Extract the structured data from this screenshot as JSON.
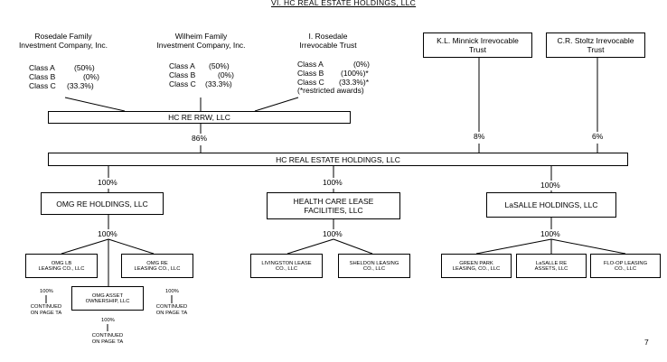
{
  "title": "VI.  HC REAL ESTATE HOLDINGS, LLC",
  "owners": {
    "rosedale_family": {
      "name_1": "Rosedale Family",
      "name_2": "Investment Company, Inc.",
      "classes": [
        {
          "label": "Class A",
          "value": "(50%)"
        },
        {
          "label": "Class B",
          "value": "(0%)"
        },
        {
          "label": "Class C",
          "value": "(33.3%)"
        }
      ]
    },
    "wilheim_family": {
      "name_1": "Wilheim Family",
      "name_2": "Investment Company, Inc.",
      "classes": [
        {
          "label": "Class A",
          "value": "(50%)"
        },
        {
          "label": "Class B",
          "value": "(0%)"
        },
        {
          "label": "Class C",
          "value": "(33.3%)"
        }
      ]
    },
    "rosedale_trust": {
      "name_1": "I. Rosedale",
      "name_2": "Irrevocable Trust",
      "classes": [
        {
          "label": "Class A",
          "value": "(0%)"
        },
        {
          "label": "Class B",
          "value": "(100%)*"
        },
        {
          "label": "Class C",
          "value": "(33.3%)*"
        }
      ],
      "note": "(*restricted awards)"
    },
    "minnick_trust": {
      "line_1": "K.L. Minnick Irrevocable",
      "line_2": "Trust"
    },
    "stoltz_trust": {
      "line_1": "C.R. Stoltz Irrevocable",
      "line_2": "Trust"
    }
  },
  "hc_re_rrw": "HC RE RRW, LLC",
  "hc_re_holdings": "HC REAL ESTATE HOLDINGS, LLC",
  "pct": {
    "rrw_to_holdings": "86%",
    "minnick_to_holdings": "8%",
    "stoltz_to_holdings": "6%",
    "holdings_to_omg": "100%",
    "holdings_to_hcl": "100%",
    "holdings_to_lasalle": "100%",
    "omg_to_subs": "100%",
    "hcl_to_subs": "100%",
    "lasalle_to_subs": "100%",
    "omg_leasing_down": "100%",
    "omg_re_leasing_down": "100%",
    "omg_asset_down": "100%"
  },
  "omg_re_holdings": "OMG RE HOLDINGS, LLC",
  "health_care_lease": {
    "line_1": "HEALTH CARE LEASE",
    "line_2": "FACILITIES, LLC"
  },
  "lasalle_holdings": "LaSALLE HOLDINGS, LLC",
  "omg_leasing": {
    "line_1": "OMG LB",
    "line_2": "LEASING CO., LLC"
  },
  "omg_re_leasing": {
    "line_1": "OMG RE",
    "line_2": "LEASING CO., LLC"
  },
  "omg_asset": {
    "line_1": "OMG ASSET",
    "line_2": "OWNERSHIP, LLC"
  },
  "livingston": {
    "line_1": "LIVINGSTON LEASE",
    "line_2": "CO., LLC"
  },
  "sheldon": {
    "line_1": "SHELDON LEASING",
    "line_2": "CO., LLC"
  },
  "green_park": {
    "line_1": "GREEN PARK",
    "line_2": "LEASING, CO., LLC"
  },
  "lasalle_re": {
    "line_1": "LaSALLE RE",
    "line_2": "ASSETS, LLC"
  },
  "flo_op": {
    "line_1": "FLO-OP LEASING",
    "line_2": "CO., LLC"
  },
  "continued_ta_1": {
    "line_1": "CONTINUED",
    "line_2": "ON PAGE TA"
  },
  "continued_ta_2": {
    "line_1": "CONTINUED",
    "line_2": "ON PAGE TA"
  },
  "continued_ta_3": {
    "line_1": "CONTINUED",
    "line_2": "ON PAGE TA"
  },
  "page_number": "7"
}
